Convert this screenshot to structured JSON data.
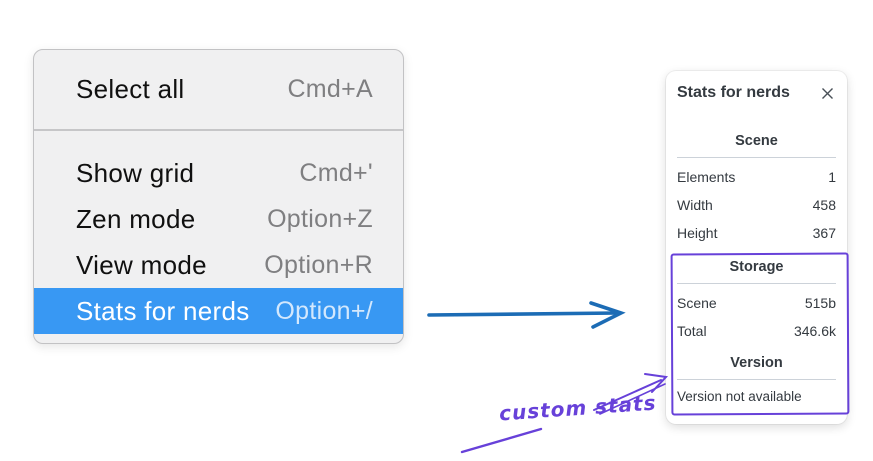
{
  "context_menu": {
    "highlight_color": "#3898f3",
    "items": [
      {
        "label": "Select all",
        "shortcut": "Cmd+A",
        "highlighted": false
      },
      {
        "label": "Show grid",
        "shortcut": "Cmd+'",
        "highlighted": false
      },
      {
        "label": "Zen mode",
        "shortcut": "Option+Z",
        "highlighted": false
      },
      {
        "label": "View mode",
        "shortcut": "Option+R",
        "highlighted": false
      },
      {
        "label": "Stats for nerds",
        "shortcut": "Option+/",
        "highlighted": true
      }
    ]
  },
  "stats_panel": {
    "title": "Stats for nerds",
    "close_icon": "x-glyph",
    "sections": [
      {
        "heading": "Scene",
        "rows": [
          {
            "label": "Elements",
            "value": "1"
          },
          {
            "label": "Width",
            "value": "458"
          },
          {
            "label": "Height",
            "value": "367"
          }
        ]
      },
      {
        "heading": "Storage",
        "rows": [
          {
            "label": "Scene",
            "value": "515b"
          },
          {
            "label": "Total",
            "value": "346.6k"
          }
        ]
      },
      {
        "heading": "Version",
        "note": "Version not available"
      }
    ]
  },
  "annotation": {
    "text": "custom stats",
    "color": "#6741d9"
  },
  "pointer_arrow": {
    "color": "#1c6cb5"
  }
}
